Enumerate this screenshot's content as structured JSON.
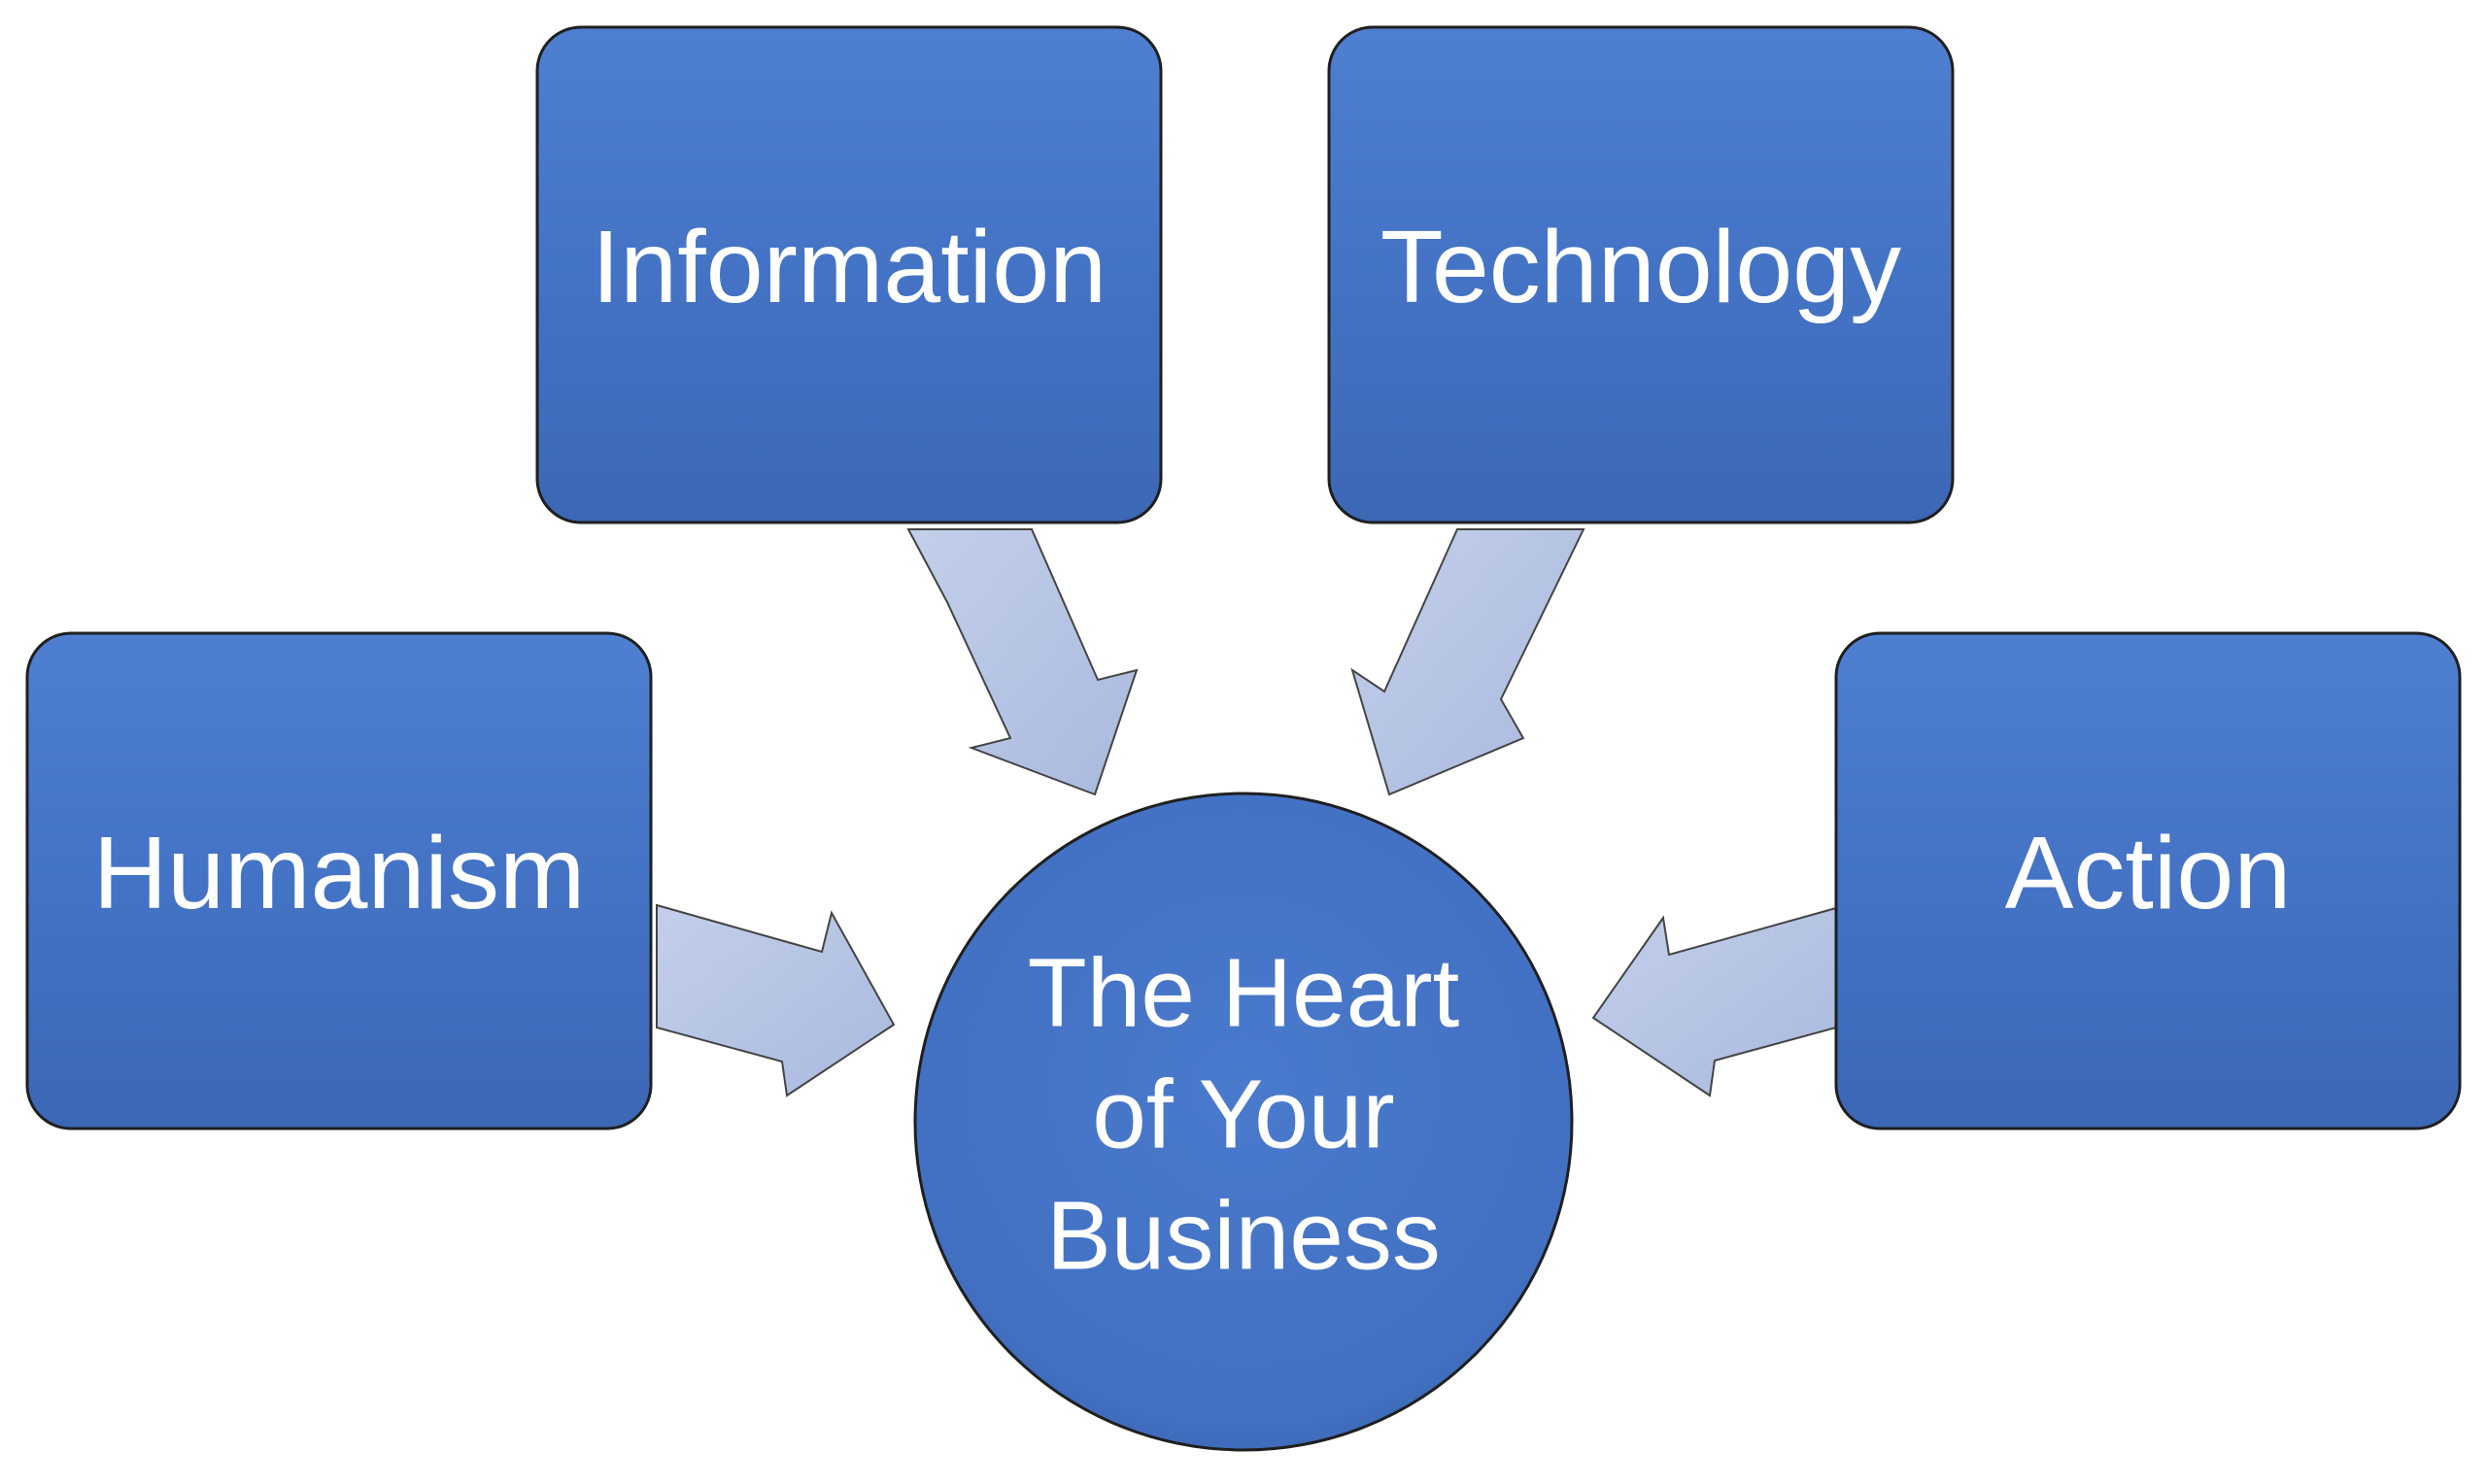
{
  "diagram": {
    "nodes": {
      "information": "Information",
      "technology": "Technology",
      "humanism": "Humanism",
      "action": "Action"
    },
    "center": {
      "line1": "The Heart",
      "line2": "of Your",
      "line3": "Business"
    }
  },
  "colors": {
    "node_fill": "#4472C4",
    "node_stroke": "#1f1f1f",
    "arrow_fill": "#B4C2E3",
    "text": "#FFFFFF"
  }
}
